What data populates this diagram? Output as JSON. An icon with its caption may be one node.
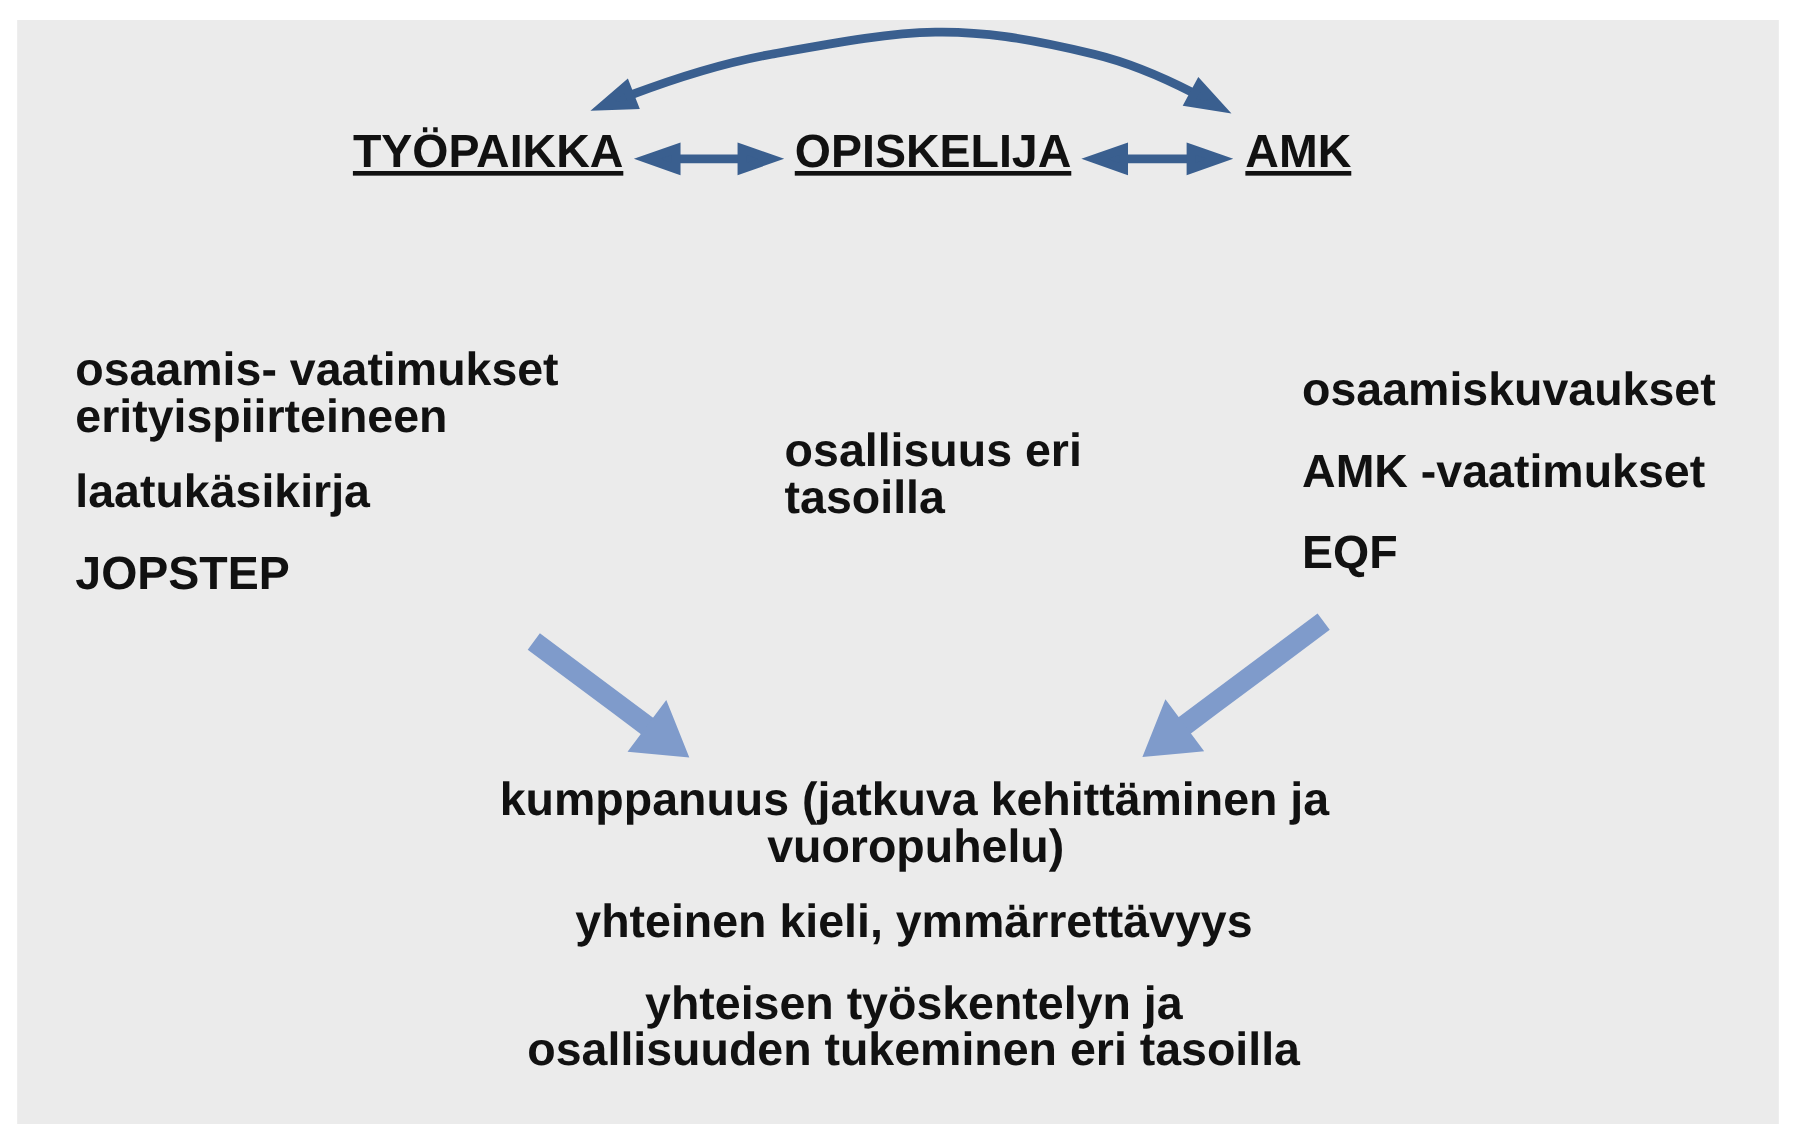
{
  "diagram": {
    "nodes": [
      {
        "text": [
          "TYÖPAIKKA"
        ]
      },
      {
        "text": [
          "OPISKELIJA"
        ]
      },
      {
        "text": [
          "AMK"
        ]
      },
      {
        "text": [
          "osaamis- vaatimukset erityispiirteineen",
          "laatukäsikirja",
          "JOPSTEP"
        ]
      },
      {
        "text": [
          "osallisuus eri tasoilla"
        ]
      },
      {
        "text": [
          "osaamiskuvaukset",
          "AMK -vaatimukset",
          "EQF"
        ]
      },
      {
        "text": [
          "kumppanuus (jatkuva kehittäminen ja vuoropuhelu)",
          "yhteinen kieli, ymmärrettävyys",
          "yhteisen työskentelyn ja osallisuuden tukeminen eri tasoilla"
        ]
      }
    ],
    "edges": [
      {
        "from": 0,
        "to": 2,
        "arrow": "both"
      },
      {
        "from": 0,
        "to": 1,
        "arrow": "both"
      },
      {
        "from": 1,
        "to": 2,
        "arrow": "both"
      },
      {
        "from": 3,
        "to": 6,
        "arrow": "to",
        "style": "thick",
        "color": "#7f9bcb"
      },
      {
        "from": 5,
        "to": 6,
        "arrow": "to",
        "style": "thick",
        "color": "#7f9bcb"
      }
    ]
  }
}
